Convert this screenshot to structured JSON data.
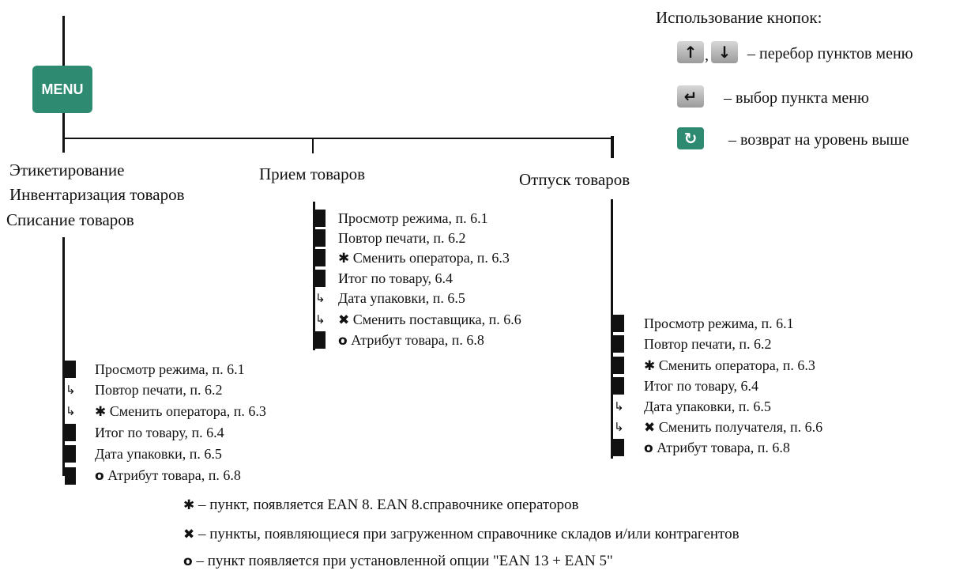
{
  "menu_button": {
    "label": "MENU",
    "color": "#2e8b72"
  },
  "buttons_help": {
    "title": "Использование кнопок:",
    "comma": ",",
    "rows": [
      {
        "icons": [
          "arrow-up-icon",
          "arrow-down-icon"
        ],
        "glyph_up": "↑",
        "glyph_down": "↓",
        "text": "– перебор пунктов меню"
      },
      {
        "icons": [
          "enter-icon"
        ],
        "glyph": "↵",
        "text": "– выбор пункта меню"
      },
      {
        "icons": [
          "refresh-icon"
        ],
        "glyph": "↻",
        "text": "– возврат на уровень выше"
      }
    ]
  },
  "branch_left": {
    "titles": [
      "Этикетирование",
      "Инвентаризация товаров",
      "Списание товаров"
    ],
    "items": [
      {
        "marker": "square",
        "text": "Просмотр режима, п. 6.1"
      },
      {
        "marker": "arrow",
        "text": "Повтор печати, п. 6.2"
      },
      {
        "marker": "arrow",
        "symbol": "✱",
        "text": "Сменить оператора, п. 6.3"
      },
      {
        "marker": "square",
        "text": "Итог по товару, п. 6.4"
      },
      {
        "marker": "square",
        "text": "Дата упаковки, п. 6.5"
      },
      {
        "marker": "square",
        "symbol": "o",
        "text": "Атрибут товара, п. 6.8"
      }
    ]
  },
  "branch_middle": {
    "title": "Прием товаров",
    "items": [
      {
        "marker": "square",
        "text": "Просмотр режима, п. 6.1"
      },
      {
        "marker": "square",
        "text": "Повтор печати, п. 6.2"
      },
      {
        "marker": "square",
        "symbol": "✱",
        "text": "Сменить оператора, п. 6.3"
      },
      {
        "marker": "square",
        "text": "Итог по товару, 6.4"
      },
      {
        "marker": "arrow",
        "text": "Дата упаковки, п. 6.5"
      },
      {
        "marker": "arrow",
        "symbol": "✖",
        "text": "Сменить поставщика, п. 6.6"
      },
      {
        "marker": "square",
        "symbol": "o",
        "text": "Атрибут товара, п. 6.8"
      }
    ]
  },
  "branch_right": {
    "title": "Отпуск товаров",
    "items": [
      {
        "marker": "square",
        "text": "Просмотр режима, п. 6.1"
      },
      {
        "marker": "square",
        "text": "Повтор печати, п. 6.2"
      },
      {
        "marker": "square",
        "symbol": "✱",
        "text": "Сменить оператора, п. 6.3"
      },
      {
        "marker": "square",
        "text": "Итог по товару, 6.4"
      },
      {
        "marker": "arrow",
        "text": "Дата упаковки, п. 6.5"
      },
      {
        "marker": "arrow",
        "symbol": "✖",
        "text": "Сменить получателя, п. 6.6"
      },
      {
        "marker": "square",
        "symbol": "o",
        "text": "Атрибут товара, п. 6.8"
      }
    ]
  },
  "legend": [
    {
      "symbol": "✱",
      "text": "– пункт, появляется EAN 8. EAN 8.справочнике операторов"
    },
    {
      "symbol": "✖",
      "text": "– пункты, появляющиеся при загруженном справочнике складов и/или контрагентов"
    },
    {
      "symbol": "o",
      "text": "– пункт появляется при установленной опции \"EAN 13 + EAN 5\""
    }
  ]
}
